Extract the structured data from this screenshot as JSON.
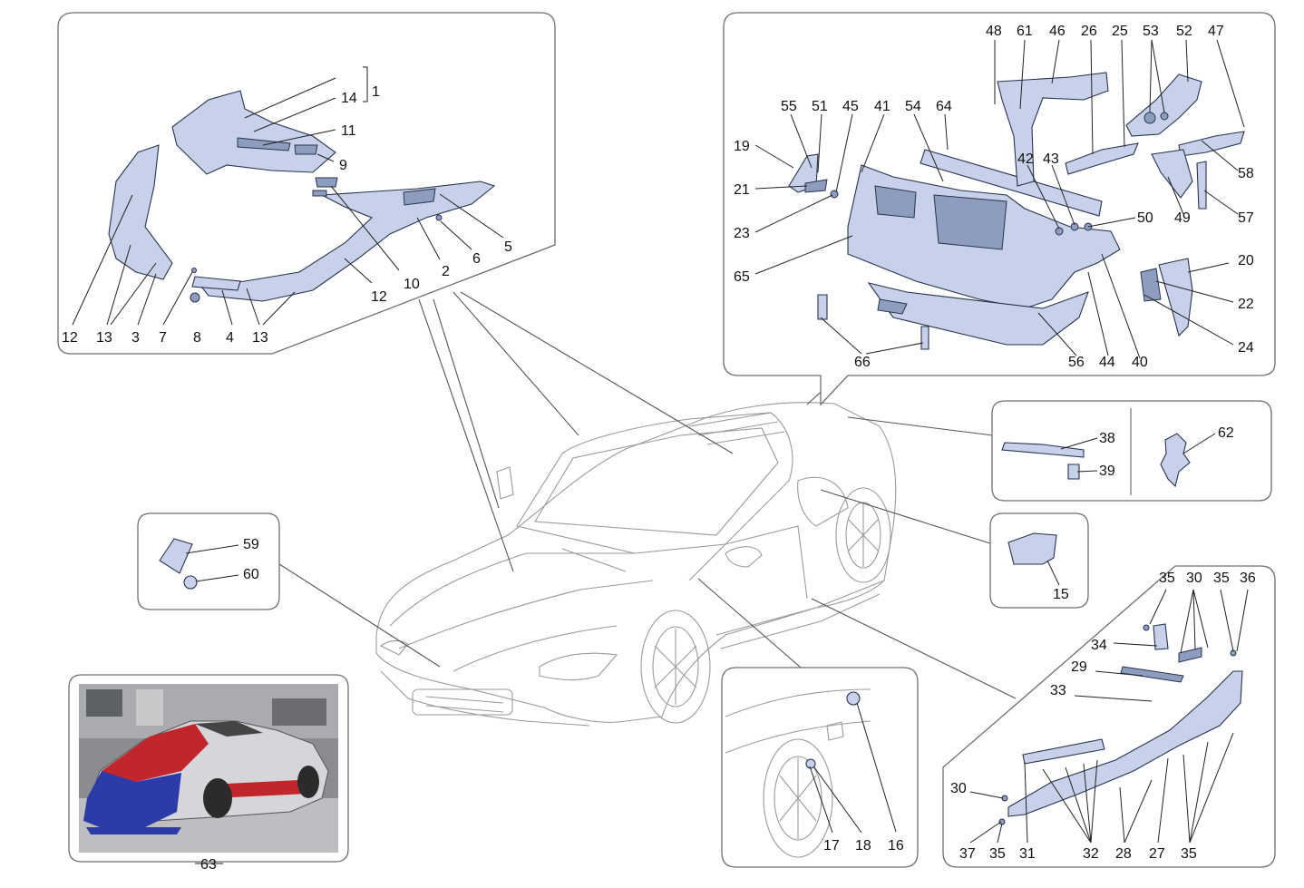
{
  "colors": {
    "part_fill": "#c7d2ea",
    "part_stroke": "#27344d",
    "panel_border": "#6f6f6f",
    "car_outline": "#9a9a9a",
    "photo_red": "#c0262c",
    "photo_blue": "#2c3ba8",
    "photo_silver": "#d5d6d9"
  },
  "callouts": {
    "p1": "1",
    "p2": "2",
    "p3": "3",
    "p4": "4",
    "p5": "5",
    "p6": "6",
    "p7": "7",
    "p8": "8",
    "p9": "9",
    "p10": "10",
    "p11": "11",
    "p12": "12",
    "p13": "13",
    "p14": "14",
    "p15": "15",
    "p16": "16",
    "p17": "17",
    "p18": "18",
    "p19": "19",
    "p20": "20",
    "p21": "21",
    "p22": "22",
    "p23": "23",
    "p24": "24",
    "p25": "25",
    "p26": "26",
    "p27": "27",
    "p28": "28",
    "p29": "29",
    "p30": "30",
    "p31": "31",
    "p32": "32",
    "p33": "33",
    "p34": "34",
    "p35": "35",
    "p36": "36",
    "p37": "37",
    "p38": "38",
    "p39": "39",
    "p40": "40",
    "p41": "41",
    "p42": "42",
    "p43": "43",
    "p44": "44",
    "p45": "45",
    "p46": "46",
    "p47": "47",
    "p48": "48",
    "p49": "49",
    "p50": "50",
    "p51": "51",
    "p52": "52",
    "p53": "53",
    "p54": "54",
    "p55": "55",
    "p56": "56",
    "p57": "57",
    "p58": "58",
    "p59": "59",
    "p60": "60",
    "p61": "61",
    "p62": "62",
    "p63": "63",
    "p64": "64",
    "p65": "65",
    "p66": "66"
  }
}
